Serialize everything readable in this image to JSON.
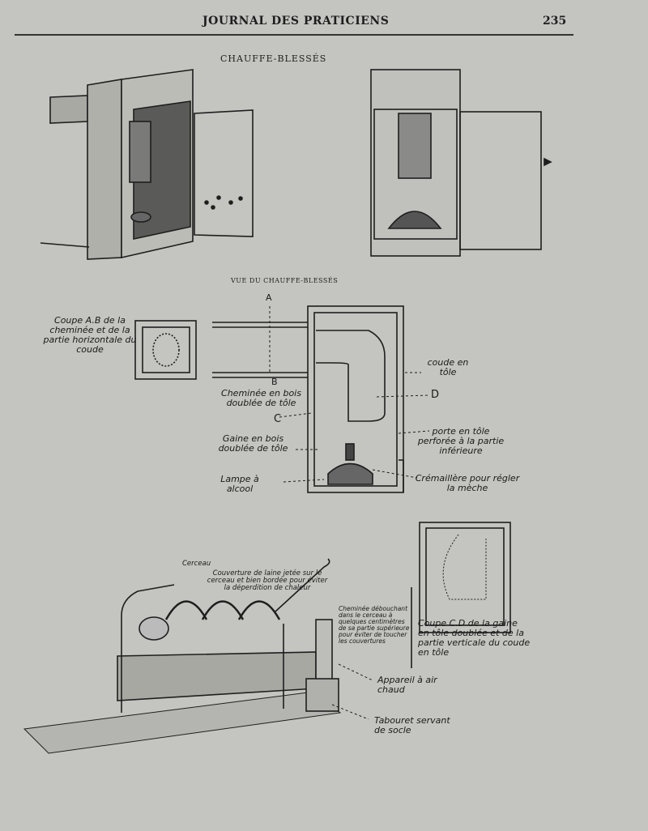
{
  "header": {
    "journal_title": "JOURNAL DES PRATICIENS",
    "page_number": "235"
  },
  "figure1": {
    "title": "CHAUFFE-BLESSÉS"
  },
  "figure2": {
    "title": "VUE DU CHAUFFE-BLESSÉS",
    "labels": {
      "coupe_ab": "Coupe A.B de la cheminée et de la partie horizontale du coude",
      "a": "A",
      "b": "B",
      "c": "C",
      "d": "D",
      "cheminee": "Cheminée en bois doublée de tôle",
      "coude": "coude en tôle",
      "gaine": "Gaine en bois doublée de tôle",
      "porte": "porte en tôle perforée à la partie inférieure",
      "lampe": "Lampe à alcool",
      "cremaillere": "Crémaillère pour régler la mèche"
    }
  },
  "figure3": {
    "labels": {
      "cerceau": "Cerceau",
      "couverture": "Couverture de laine jetée sur le cerceau et bien bordée pour éviter la déperdition de chaleur",
      "cheminee": "Cheminée débouchant dans le cerceau à quelques centimètres de sa partie supérieure pour éviter de toucher les couvertures",
      "coupe_cd": "Coupe C.D de la gaine en tôle doublée et de la partie verticale du coude en tôle",
      "appareil": "Appareil à air chaud",
      "tabouret": "Tabouret servant de socle"
    }
  }
}
